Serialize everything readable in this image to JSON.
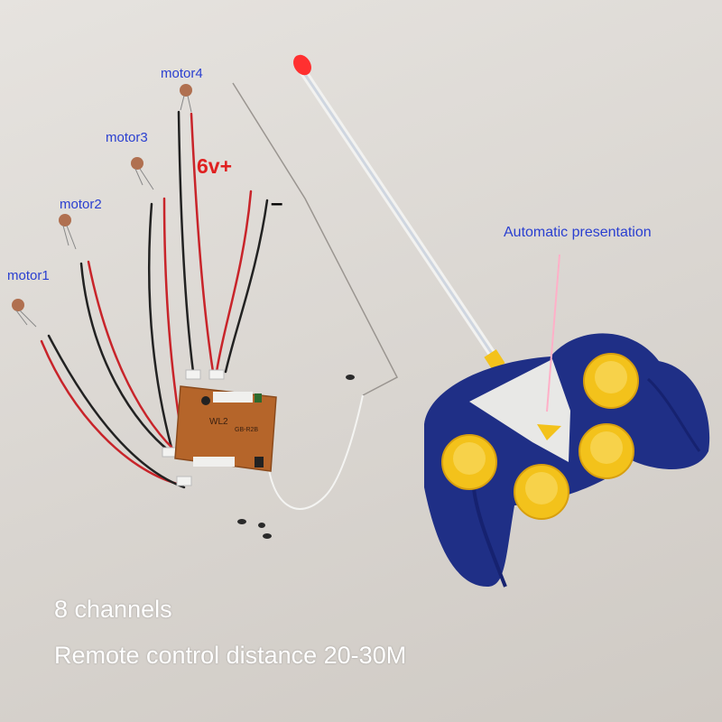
{
  "labels": {
    "motor4": "motor4",
    "motor3": "motor3",
    "motor2": "motor2",
    "motor1": "motor1",
    "power_positive": "6v+",
    "power_negative": "–",
    "automatic_presentation": "Automatic presentation"
  },
  "captions": {
    "channels": "8 channels",
    "distance": "Remote control distance 20-30M"
  },
  "colors": {
    "annotation_blue": "#2a3fd0",
    "power_red": "#e02020",
    "controller_blue": "#1f2f86",
    "button_yellow": "#f3c21b",
    "pcb_brown": "#b5652a"
  }
}
